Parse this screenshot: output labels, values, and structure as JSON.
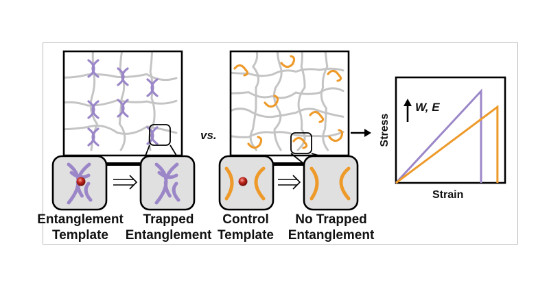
{
  "labels": {
    "entanglement_template": [
      "Entanglement",
      "Template"
    ],
    "trapped_entanglement": [
      "Trapped",
      "Entanglement"
    ],
    "control_template": [
      "Control",
      "Template"
    ],
    "no_trapped_entanglement": [
      "No Trapped",
      "Entanglement"
    ],
    "vs": "vs.",
    "x_axis": "Strain",
    "y_axis": "Stress",
    "property": "W, E"
  },
  "colors": {
    "entangled": "#9b87c8",
    "control": "#ee9a2a",
    "network": "#c4c4c4",
    "inset_fill": "#e0e0e0",
    "particle": "#c2281f"
  },
  "chart_data": {
    "type": "line",
    "xlabel": "Strain",
    "ylabel": "Stress",
    "annotation": "W, E",
    "series": [
      {
        "color": "#9b87c8",
        "x": [
          0,
          0.78,
          0.78
        ],
        "y": [
          0,
          0.87,
          0
        ]
      },
      {
        "color": "#ee9a2a",
        "x": [
          0,
          0.93,
          0.93
        ],
        "y": [
          0,
          0.72,
          0
        ]
      }
    ]
  }
}
